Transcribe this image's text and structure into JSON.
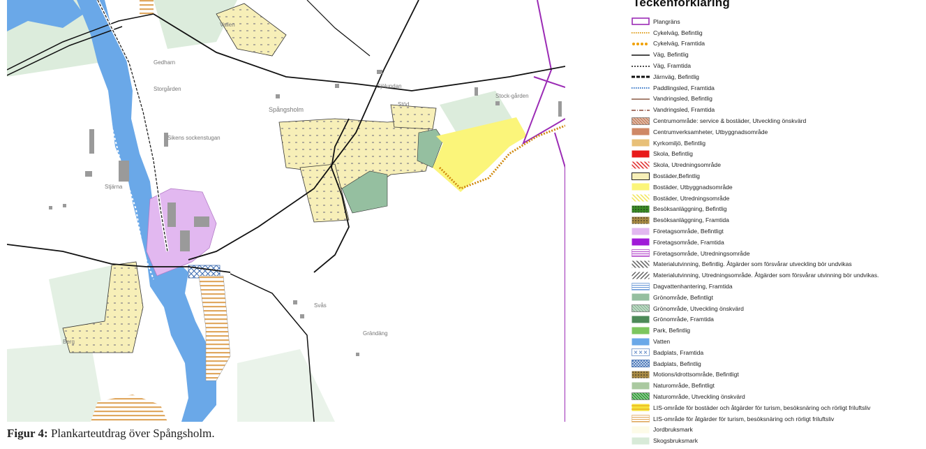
{
  "caption": {
    "prefix": "Figur 4:",
    "text": " Plankarteutdrag över Spångsholm."
  },
  "map": {
    "place_labels": [
      {
        "text": "Spångsholm"
      },
      {
        "text": "Svås"
      },
      {
        "text": "Gedharn"
      },
      {
        "text": "Storgården"
      },
      {
        "text": "Sikens sockenstugan"
      },
      {
        "text": "Grändäng"
      },
      {
        "text": "Sjölundan"
      },
      {
        "text": "Stjärna"
      },
      {
        "text": "Stock-gården"
      },
      {
        "text": "Stöd"
      },
      {
        "text": "Berg"
      },
      {
        "text": "Vallen"
      }
    ]
  },
  "legend": {
    "title": "Teckenförklaring",
    "items": [
      {
        "label": "Plangräns",
        "icon": "plan-boundary",
        "color": "#9b2bb5"
      },
      {
        "label": "Cykelväg, Befintlig",
        "icon": "dotted-line",
        "color": "#e0a020"
      },
      {
        "label": "Cykelväg, Framtida",
        "icon": "dots",
        "color": "#f0a000"
      },
      {
        "label": "Väg, Befintlig",
        "icon": "solid-line",
        "color": "#111111"
      },
      {
        "label": "Väg, Framtida",
        "icon": "dashed-line",
        "color": "#111111"
      },
      {
        "label": "Järnväg, Befintlig",
        "icon": "rail",
        "color": "#111111"
      },
      {
        "label": "Paddlingsled, Framtida",
        "icon": "dotted-line",
        "color": "#3a78c8"
      },
      {
        "label": "Vandringsled, Befintlig",
        "icon": "solid-line",
        "color": "#8a5a44"
      },
      {
        "label": "Vandringsled, Framtida",
        "icon": "dash-dot",
        "color": "#8a4a3a"
      },
      {
        "label": "Centrumområde: service & bostäder, Utveckling önskvärd",
        "icon": "hatch-fill",
        "color": "#c98a6a"
      },
      {
        "label": "Centrumverksamheter, Utbyggnadsområde",
        "icon": "fill",
        "color": "#cf8866"
      },
      {
        "label": "Kyrkomiljö, Befintlig",
        "icon": "fill",
        "color": "#e8c078"
      },
      {
        "label": "Skola, Befintlig",
        "icon": "fill",
        "color": "#e81a1a"
      },
      {
        "label": "Skola, Utredningsområde",
        "icon": "hatch",
        "color": "#e03030"
      },
      {
        "label": "Bostäder,Befintlig",
        "icon": "fill-border",
        "color": "#f7efb8"
      },
      {
        "label": "Bostäder, Utbyggnadsområde",
        "icon": "fill",
        "color": "#fbf57a"
      },
      {
        "label": "Bostäder, Utredningsområde",
        "icon": "hatch",
        "color": "#f2e65a"
      },
      {
        "label": "Besöksanläggning, Befintlig",
        "icon": "dotted-fill",
        "color": "#3a8a24"
      },
      {
        "label": "Besöksanläggning, Framtida",
        "icon": "dotted-fill",
        "color": "#a88a44"
      },
      {
        "label": "Företagsområde, Befintligt",
        "icon": "fill",
        "color": "#e2b8f0"
      },
      {
        "label": "Företagsområde, Framtida",
        "icon": "fill",
        "color": "#a01ad8"
      },
      {
        "label": "Företagsområde, Utredningsområde",
        "icon": "h-stripes",
        "color": "#b040c8"
      },
      {
        "label": "Materialutvinning, Befintlig. Åtgärder som försvårar utveckling bör undvikas",
        "icon": "hatch",
        "color": "#666666"
      },
      {
        "label": "Materialutvinning, Utredningsområde. Åtgärder som försvårar utvinning bör undvikas.",
        "icon": "hatch-rev",
        "color": "#444444"
      },
      {
        "label": "Dagvattenhantering, Framtida",
        "icon": "h-stripes",
        "color": "#6a9ad8"
      },
      {
        "label": "Grönområde, Befintligt",
        "icon": "fill",
        "color": "#95bfa0"
      },
      {
        "label": "Grönområde, Utveckling önskvärd",
        "icon": "hatch-fill",
        "color": "#95bfa0"
      },
      {
        "label": "Grönområde, Framtida",
        "icon": "fill",
        "color": "#4d8a58"
      },
      {
        "label": "Park, Befintlig",
        "icon": "fill",
        "color": "#7cc65e"
      },
      {
        "label": "Vatten",
        "icon": "fill",
        "color": "#6aa8e8"
      },
      {
        "label": "Badplats, Framtida",
        "icon": "crosses",
        "color": "#6a90c8"
      },
      {
        "label": "Badplats, Befintlig",
        "icon": "crosshatch",
        "color": "#3a6ab0"
      },
      {
        "label": "Motions/idrottsområde, Befintligt",
        "icon": "dotted-fill",
        "color": "#a88a44"
      },
      {
        "label": "Naturområde, Befintligt",
        "icon": "fill",
        "color": "#aac9a0"
      },
      {
        "label": "Naturområde, Utveckling önskvärd",
        "icon": "hatch-fill",
        "color": "#3aa040"
      },
      {
        "label": "LIS-område för bostäder och åtgärder för turism, besöksnäring och rörligt friluftsliv",
        "icon": "yellow-stripes",
        "color": "#e8b020"
      },
      {
        "label": "LIS-område för åtgärder för turism, besöksnäring och rörligt friluftsliv",
        "icon": "h-stripes",
        "color": "#e0a860"
      },
      {
        "label": "Jordbruksmark",
        "icon": "fill",
        "color": "#fdfbe8"
      },
      {
        "label": "Skogsbruksmark",
        "icon": "fill",
        "color": "#d8ead8"
      }
    ]
  },
  "colors": {
    "water": "#6aa8e8",
    "residential": "#f7efb8",
    "residential_new": "#fbf57a",
    "industrial": "#e2b8f0",
    "green": "#95bfa0",
    "forest": "#d8ead8",
    "plan_boundary": "#9b2bb5",
    "lis_stripes": "#e0a860"
  }
}
